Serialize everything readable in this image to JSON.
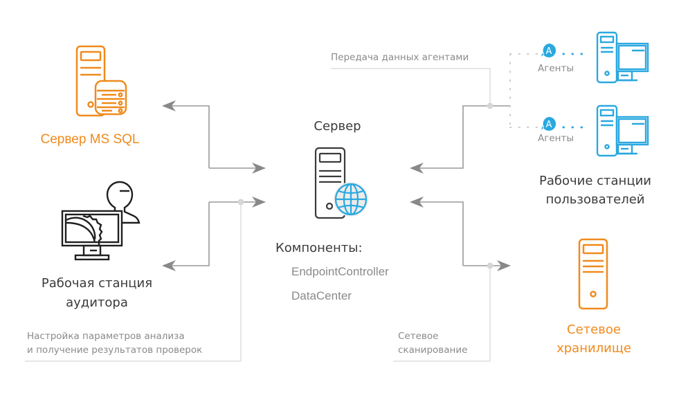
{
  "colors": {
    "orange": "#f08a1c",
    "blue": "#29a8e0",
    "dark": "#3a3a3a",
    "gray_text": "#8a8a8a",
    "arrow": "#888888",
    "connector": "#d6d6d6",
    "box_bg": "#ececec"
  },
  "nodes": {
    "mssql": {
      "label": "Сервер MS SQL",
      "icon": "database-server-icon"
    },
    "auditor": {
      "label_line1": "Рабочая станция",
      "label_line2": "аудитора",
      "icon": "auditor-workstation-icon"
    },
    "server": {
      "title": "Сервер",
      "icon": "web-server-icon",
      "components_title": "Компоненты:",
      "components": [
        "EndpointController",
        "DataCenter"
      ]
    },
    "workstations": {
      "label_line1": "Рабочие станции",
      "label_line2": "пользователей",
      "agents": [
        {
          "badge": "A",
          "label": "Агенты"
        },
        {
          "badge": "A",
          "label": "Агенты"
        }
      ],
      "icon": "user-workstation-icon"
    },
    "storage": {
      "label_line1": "Сетевое",
      "label_line2": "хранилище",
      "icon": "storage-server-icon"
    }
  },
  "annotations": {
    "agents_transfer": "Передача данных агентами",
    "audit_settings_line1": "Настройка параметров анализа",
    "audit_settings_line2": "и получение результатов проверок",
    "network_scan_line1": "Сетевое",
    "network_scan_line2": "сканирование"
  }
}
